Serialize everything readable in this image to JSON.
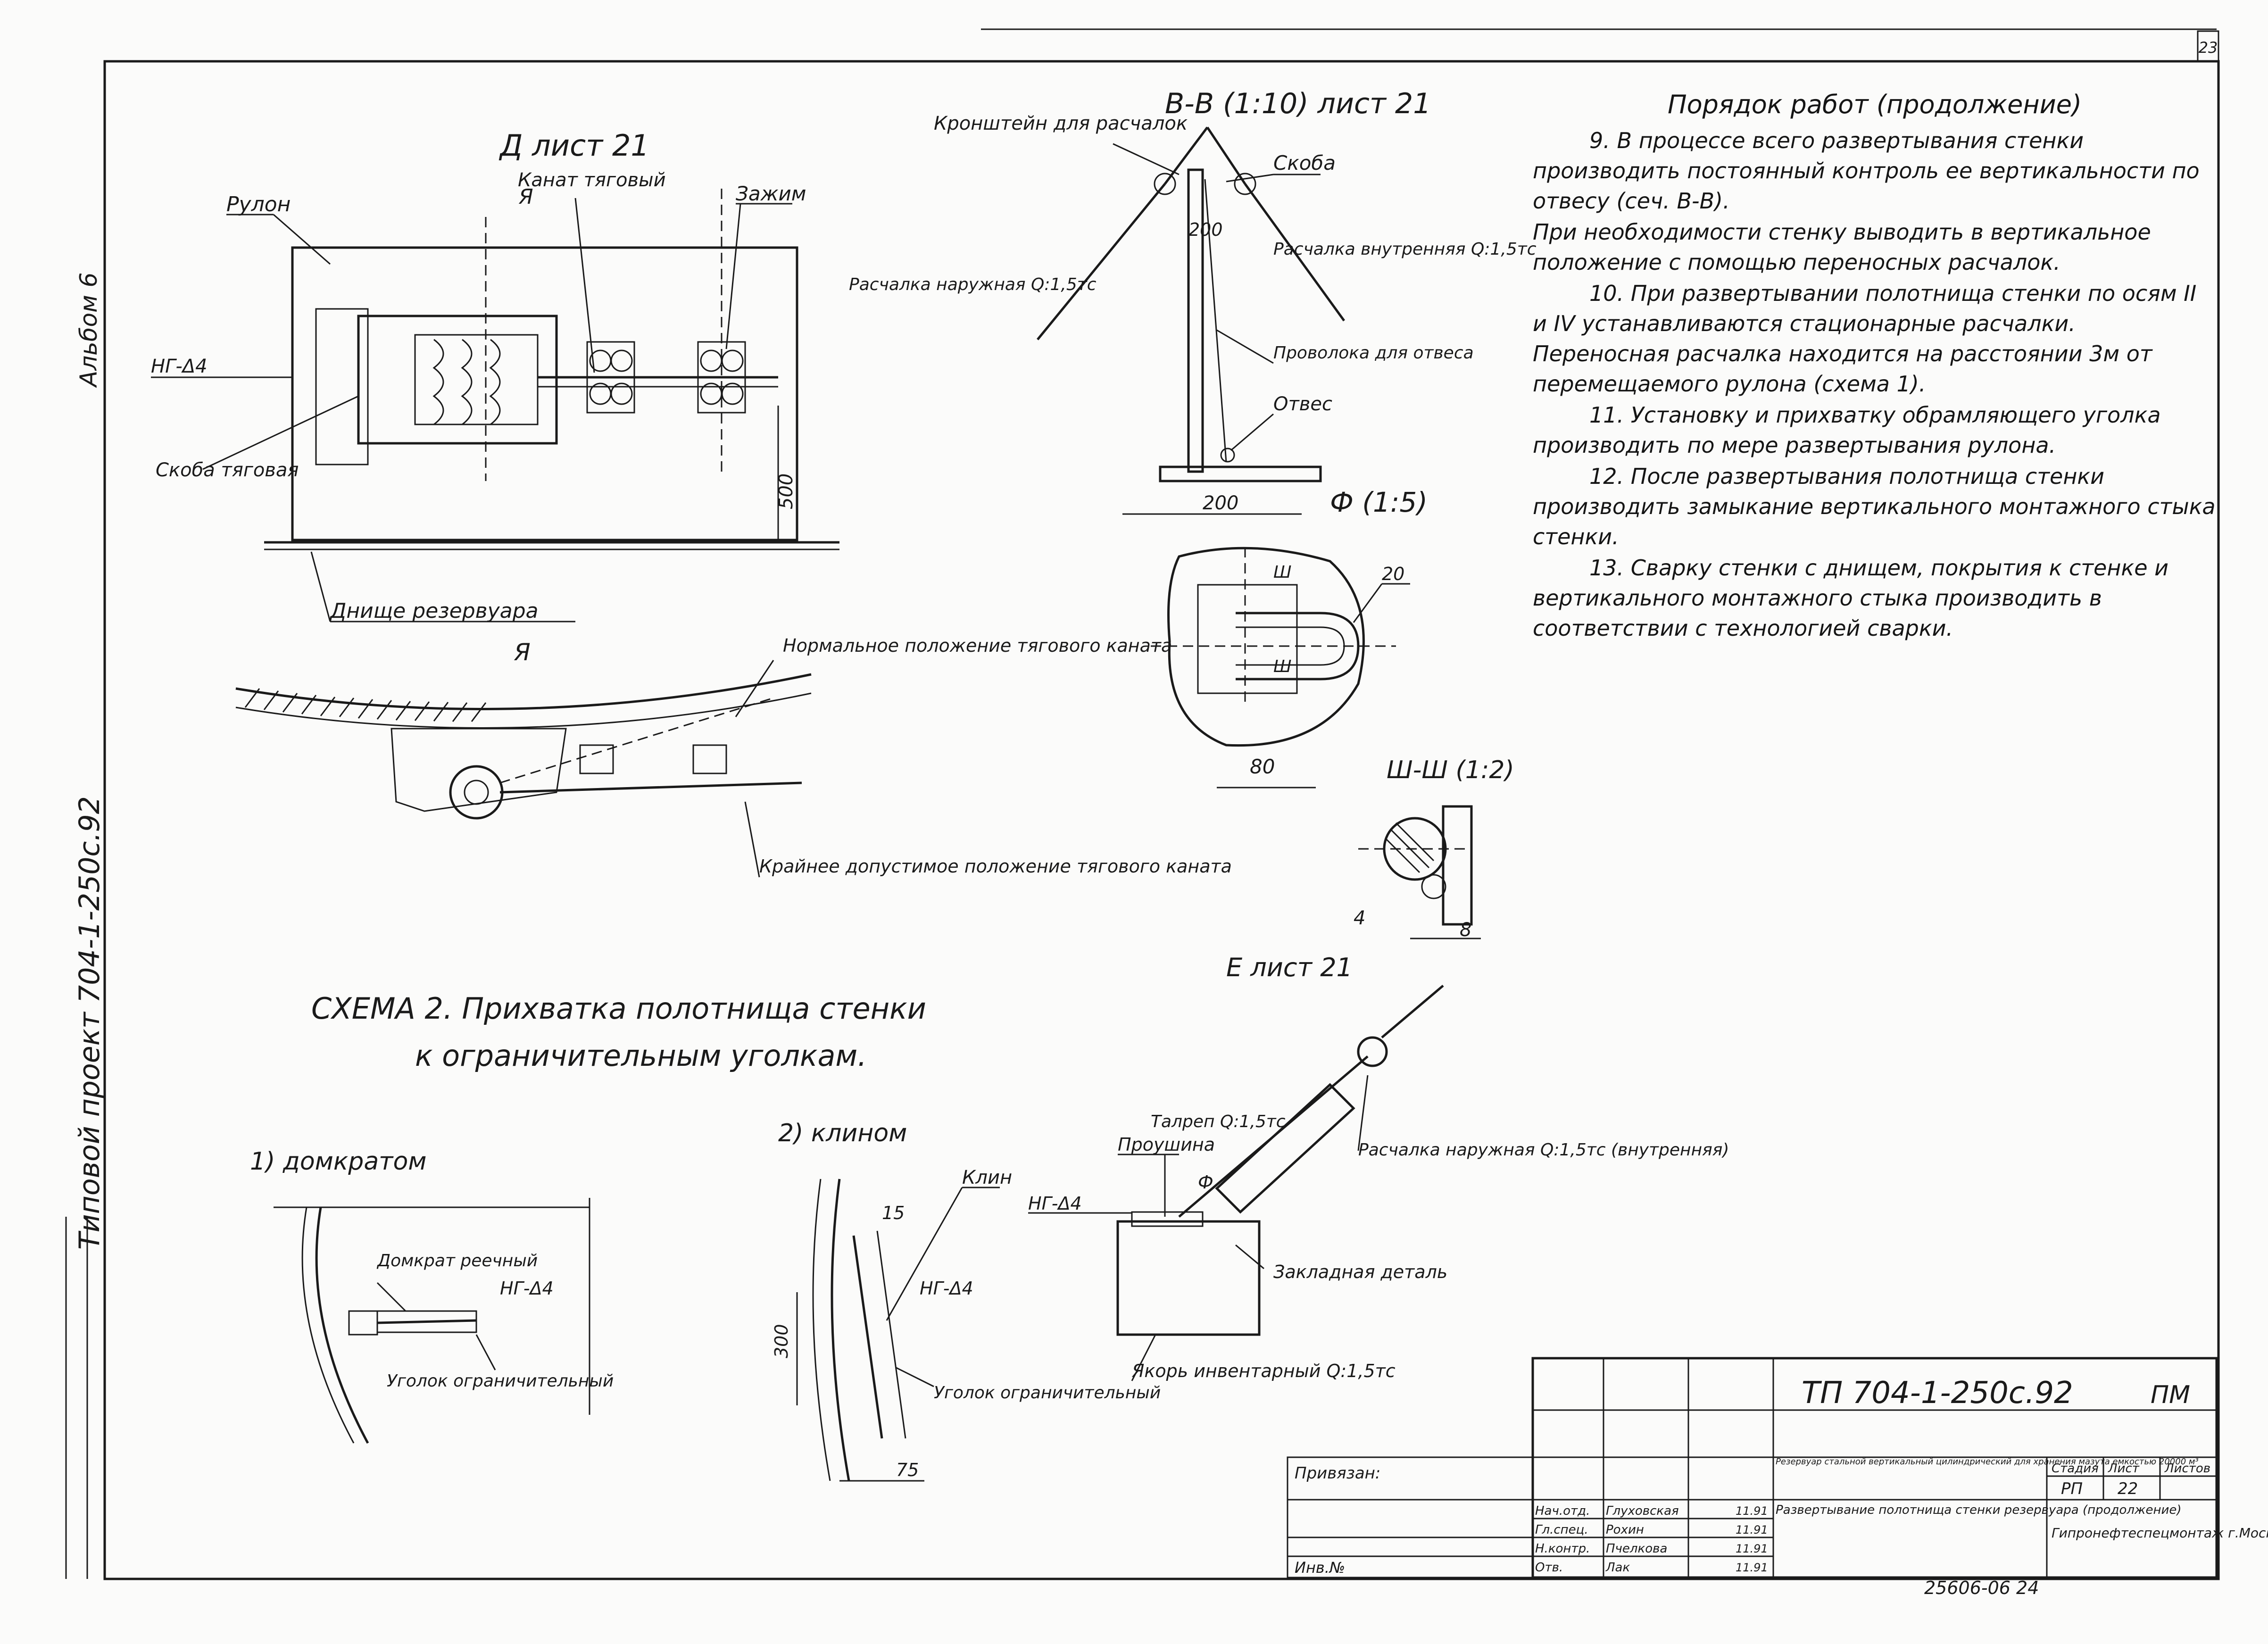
{
  "page_number": "23",
  "side_label": "Альбом 6",
  "side_project": "Типовой проект 704-1-250с.92",
  "notes": {
    "heading": "Порядок работ (продолжение)",
    "items": [
      "9. В процессе всего развертывания стенки производить постоянный контроль ее вертикальности по отвесу (сеч. В-В).",
      "При необходимости стенку выводить в вертикальное положение с помощью переносных расчалок.",
      "10. При развертывании полотнища стенки по осям II и IV устанавливаются стационарные расчалки. Переносная расчалка находится на расстоянии 3м от перемещаемого рулона (схема 1).",
      "11. Установку и прихватку обрамляющего уголка производить по мере развертывания рулона.",
      "12. После развертывания полотнища стенки производить замыкание вертикального монтажного стыка стенки.",
      "13. Сварку стенки с днищем, покрытия к стенке и вертикального монтажного стыка производить в соответствии с технологией сварки."
    ]
  },
  "view_d": {
    "title": "Д лист 21",
    "roll": "Рулон",
    "rope": "Канат тяговый",
    "clamp": "Зажим",
    "mark_ya": "Я",
    "weld": "НГ-Δ4",
    "bracket": "Скоба тяговая",
    "dim": "500",
    "bottom": "Днище резервуара"
  },
  "view_ya": {
    "title": "Я",
    "normal": "Нормальное положение тягового каната",
    "extreme": "Крайнее допустимое положение тягового каната"
  },
  "section_bb": {
    "title": "В-В (1:10) лист 21",
    "bracket": "Кронштейн для расчалок",
    "clip": "Скоба",
    "outer": "Расчалка наружная Q:1,5тс",
    "inner": "Расчалка внутренняя Q:1,5тс",
    "wire": "Проволока для отвеса",
    "plumb": "Отвес",
    "dim_top": "200",
    "dim_bottom": "200"
  },
  "detail_f": {
    "title": "Ф (1:5)",
    "mark_sh": "Ш",
    "radius": "20",
    "dim": "80"
  },
  "section_shsh": {
    "title": "Ш-Ш (1:2)",
    "dim_a": "4",
    "dim_b": "8"
  },
  "view_e": {
    "title": "Е лист 21",
    "tackle": "Талреп Q:1,5тс",
    "lug": "Проушина",
    "weld": "НГ-Δ4",
    "mark_f": "Ф",
    "guy": "Расчалка наружная Q:1,5тс (внутренняя)",
    "embed": "Закладная деталь",
    "anchor": "Якорь инвентарный Q:1,5тс"
  },
  "scheme2": {
    "title_a": "СХЕМА 2. Прихватка полотнища стенки",
    "title_b": "к ограничительным уголкам.",
    "sub1": "1) домкратом",
    "sub2": "2) клином",
    "jack": "Домкрат реечный",
    "weld1": "НГ-Δ4",
    "angle1": "Уголок ограничительный",
    "wedge": "Клин",
    "weld2": "НГ-Δ4",
    "angle2": "Уголок ограничительный",
    "dim15": "15",
    "dim300": "300",
    "dim75": "75"
  },
  "stamp": {
    "code": "ТП 704-1-250с.92",
    "mark": "ПМ",
    "approved": "Привязан:",
    "inv": "Инв.№",
    "desc": "Резервуар стальной вертикальный цилиндрический для хранения мазута емкостью 20000 м³",
    "sheet_title": "Развертывание полотнища стенки резервуара (продолжение)",
    "stage_h": "Стадия",
    "sheet_h": "Лист",
    "sheets_h": "Листов",
    "stage": "РП",
    "sheet": "22",
    "org": "Гипронефтеспецмонтаж г.Москва",
    "roles": [
      "Нач.отд.",
      "Гл.спец.",
      "Н.контр.",
      "Отв."
    ],
    "names": [
      "Глуховская",
      "Рохин",
      "Пчелкова",
      "Лак"
    ],
    "dates": [
      "11.91",
      "11.91",
      "11.91",
      "11.91"
    ],
    "footer": "25606-06   24"
  }
}
